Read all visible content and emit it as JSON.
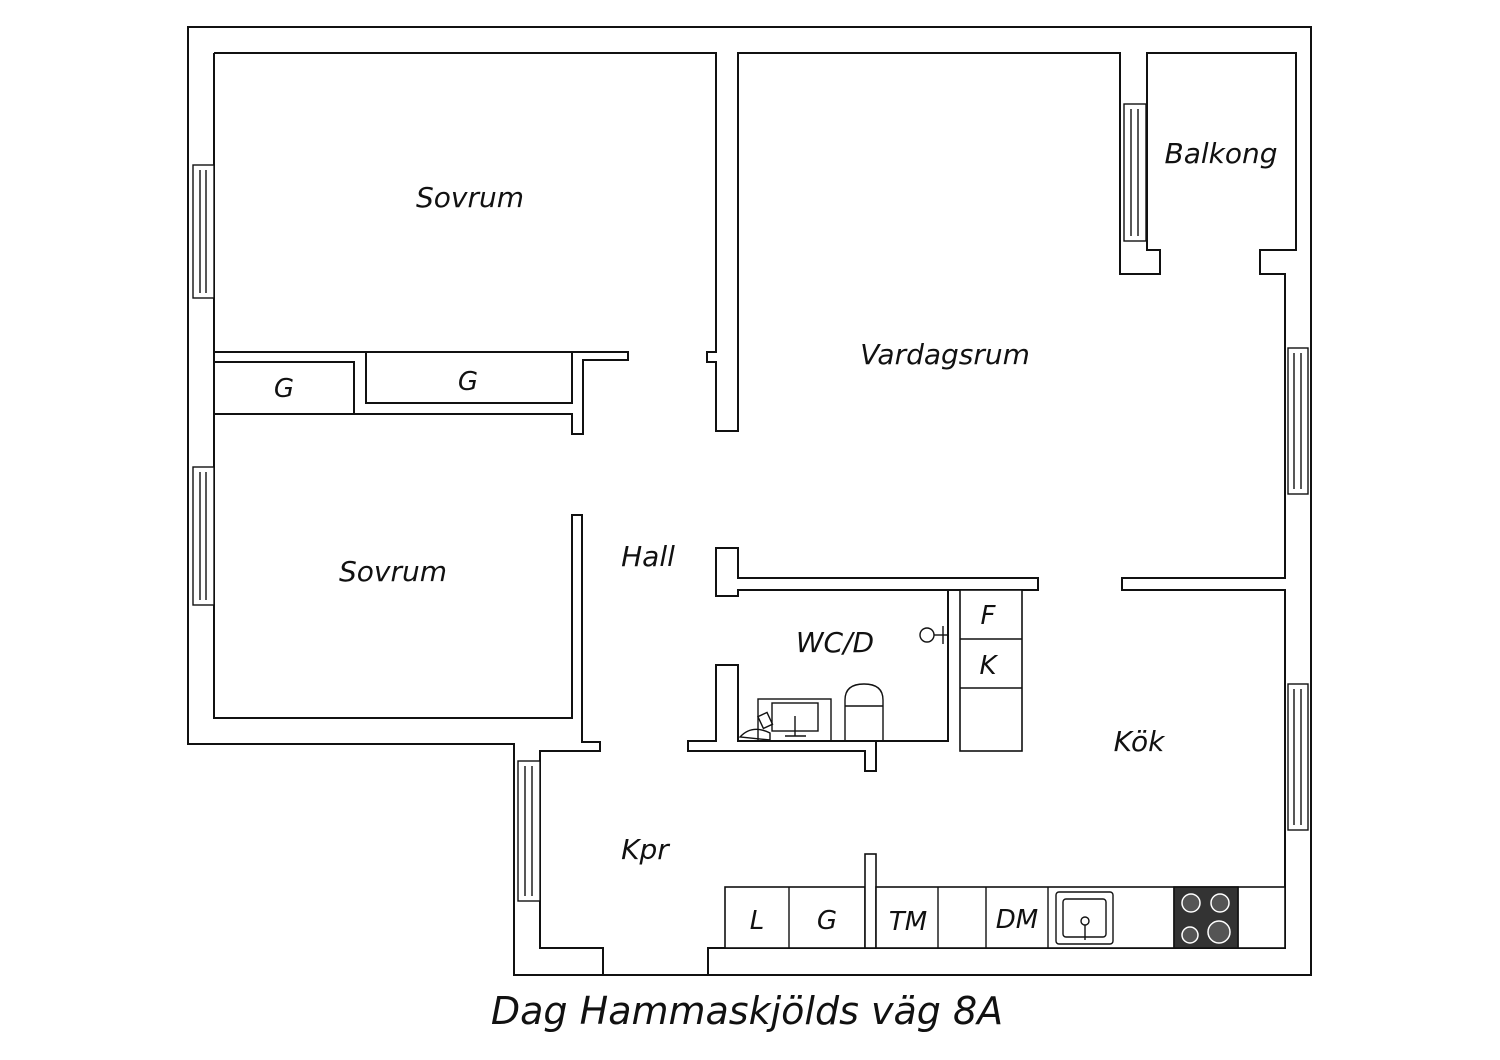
{
  "rooms": {
    "bedroom_top": "Sovrum",
    "bedroom_bottom": "Sovrum",
    "living_room": "Vardagsrum",
    "balcony": "Balkong",
    "hall": "Hall",
    "bathroom": "WC/D",
    "kitchen": "Kök",
    "closet_room": "Kpr"
  },
  "storage": {
    "wardrobe_left": "G",
    "wardrobe_right": "G",
    "fridge": "F",
    "freezer": "K"
  },
  "kitchen_units": {
    "linen": "L",
    "wardrobe": "G",
    "washer": "TM",
    "dishwasher": "DM"
  },
  "caption": "Dag Hammaskjölds väg 8A",
  "colors": {
    "line": "#111111",
    "background": "#ffffff",
    "stove": "#333333"
  },
  "icons": [
    "sink-icon",
    "stove-icon",
    "toilet-icon",
    "washbasin-icon",
    "shower-icon"
  ]
}
